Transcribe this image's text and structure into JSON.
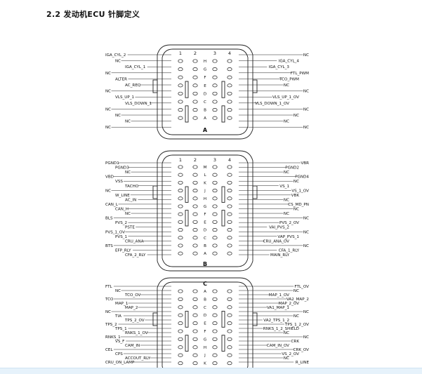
{
  "heading": "2.2 发动机ECU 针脚定义",
  "connectors": [
    {
      "name": "A",
      "column_numbers": [
        "1",
        "2",
        "3",
        "4"
      ],
      "rows": [
        "H",
        "G",
        "F",
        "E",
        "D",
        "C",
        "B",
        "A"
      ],
      "left_labels": [
        "IGA_CYL_2",
        "NC",
        "IGA_CYL_1",
        "NC",
        "ALTER",
        "AC_REQ",
        "NC",
        "VLS_UP_1",
        "VLS_DOWN_1",
        "NC",
        "NC",
        "NC",
        "NC"
      ],
      "right_labels": [
        "NC",
        "IGA_CYL_4",
        "IGA_CYL_3",
        "FTL_PWM",
        "TCO_PWM",
        "NC",
        "NC",
        "VLS_UP_1_OV",
        "VLS_DOWN_1_OV",
        "NC",
        "NC",
        "NC",
        "NC"
      ]
    },
    {
      "name": "B",
      "column_numbers": [
        "1",
        "2",
        "3",
        "4"
      ],
      "rows": [
        "M",
        "L",
        "K",
        "J",
        "H",
        "G",
        "F",
        "E",
        "D",
        "C",
        "B",
        "A"
      ],
      "left_labels": [
        "PGND1",
        "PGND3",
        "NC",
        "VBD",
        "VSS",
        "TACHO",
        "NC",
        "W_LINE",
        "AC_IN",
        "CAN_L",
        "CAN_H",
        "NC",
        "BLS",
        "PVS_2",
        "PSTE",
        "PVS_1_OV",
        "PVS_1",
        "CRU_ANA",
        "BTS",
        "EFP_RLY",
        "CFA_2_RLY"
      ],
      "right_labels": [
        "VBR",
        "PGND2",
        "NC",
        "PGND4",
        "NC",
        "VS_1",
        "VS_1_OV",
        "VBK",
        "NC",
        "CS_MD_PN",
        "NC",
        "NC",
        "NC",
        "PVS_2_OV",
        "VAI_PVS_2",
        "NC",
        "VAP_PVS_1",
        "CRU_ANA_OV",
        "NC",
        "CFA_1_RLY",
        "MAIN_RLY"
      ]
    },
    {
      "name": "C",
      "column_numbers": [],
      "rows": [
        "A",
        "B",
        "C",
        "D",
        "E",
        "F",
        "G",
        "H",
        "J",
        "K"
      ],
      "left_labels": [
        "FTL",
        "NC",
        "TCO_OV",
        "TCO",
        "MAP_1",
        "MAP_2",
        "NC",
        "TIA",
        "TPS_2_OV",
        "TPS_2",
        "TPS_1",
        "RNKS_1_OV",
        "RNKS_1",
        "VS_F",
        "CAM_IN",
        "CEL",
        "CPS",
        "ACCOUT_RLY",
        "CRU_ON_LAMP"
      ],
      "right_labels": [
        "FTL_OV",
        "NC",
        "MAP_1_OV",
        "VA2_MAP_2",
        "MAP_2_OV",
        "VA1_MAP_1",
        "NC",
        "NC",
        "VA2_TPS_1_2",
        "TPS_1_2_OV",
        "RNKS_1_2_SHIELD",
        "NC",
        "NC",
        "CRK",
        "CAM_IN_OV",
        "CRK_OV",
        "VS_2_OV",
        "NC",
        "R_LINE"
      ]
    }
  ]
}
